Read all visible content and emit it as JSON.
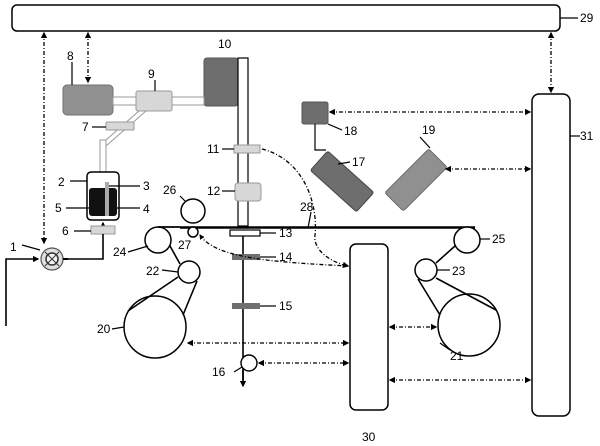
{
  "labels": {
    "l1": "1",
    "l2": "2",
    "l3": "3",
    "l4": "4",
    "l5": "5",
    "l6": "6",
    "l7": "7",
    "l8": "8",
    "l9": "9",
    "l10": "10",
    "l11": "11",
    "l12": "12",
    "l13": "13",
    "l14": "14",
    "l15": "15",
    "l16": "16",
    "l17": "17",
    "l18": "18",
    "l19": "19",
    "l20": "20",
    "l21": "21",
    "l22": "22",
    "l23": "23",
    "l24": "24",
    "l25": "25",
    "l26": "26",
    "l27": "27",
    "l28": "28",
    "l29": "29",
    "l30": "30",
    "l31": "31"
  },
  "colors": {
    "dark_gray": "#6e6e6e",
    "mid_gray": "#909090",
    "light_gray": "#d7d7d7",
    "marker_gray": "#707070",
    "line": "#000000",
    "background": "#ffffff"
  },
  "icons": {
    "pump": "pump-icon",
    "arrow": "arrow-head-icon"
  }
}
